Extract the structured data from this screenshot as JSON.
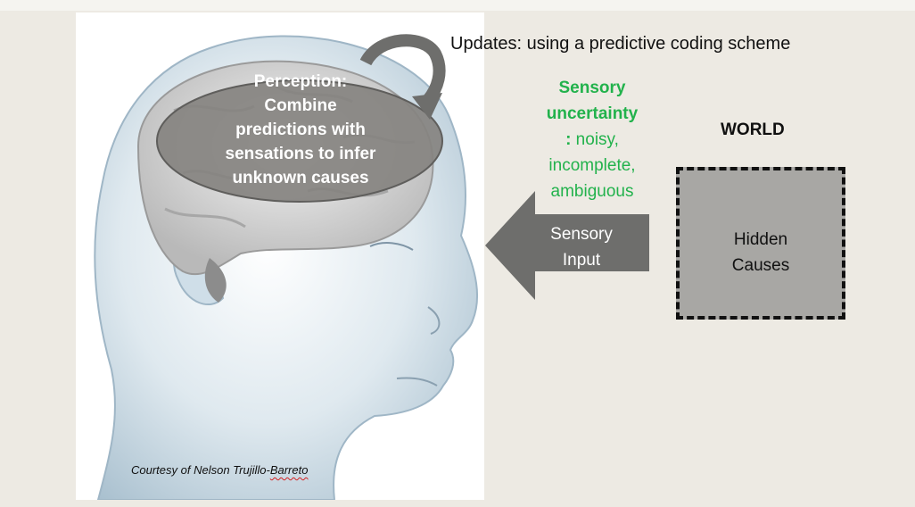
{
  "credit": {
    "prefix": "Courtesy of Nelson Trujillo-",
    "squiggle": "Barreto"
  },
  "updates_label": "Updates: using a predictive coding scheme",
  "perception_lines": [
    "Perception:",
    "Combine",
    "predictions with",
    "sensations to infer",
    "unknown causes"
  ],
  "uncertainty": {
    "bold_line1": "Sensory",
    "bold_line2": "uncertainty",
    "colon": ":",
    "rest_line3": " noisy,",
    "line4": "incomplete,",
    "line5": "ambiguous",
    "color": "#22b24c"
  },
  "world_label": "WORLD",
  "hidden_causes": [
    "Hidden",
    "Causes"
  ],
  "sensory_input": [
    "Sensory",
    "Input"
  ],
  "colors": {
    "arrow_fill": "#6e6e6c",
    "ellipse_fill": "#858380",
    "box_fill": "#a8a7a4",
    "background": "#edeae3"
  },
  "icons": {
    "loop_arrow": "curved-loop-arrow-icon",
    "input_arrow": "left-arrow-icon",
    "head": "human-head-brain-illustration"
  }
}
